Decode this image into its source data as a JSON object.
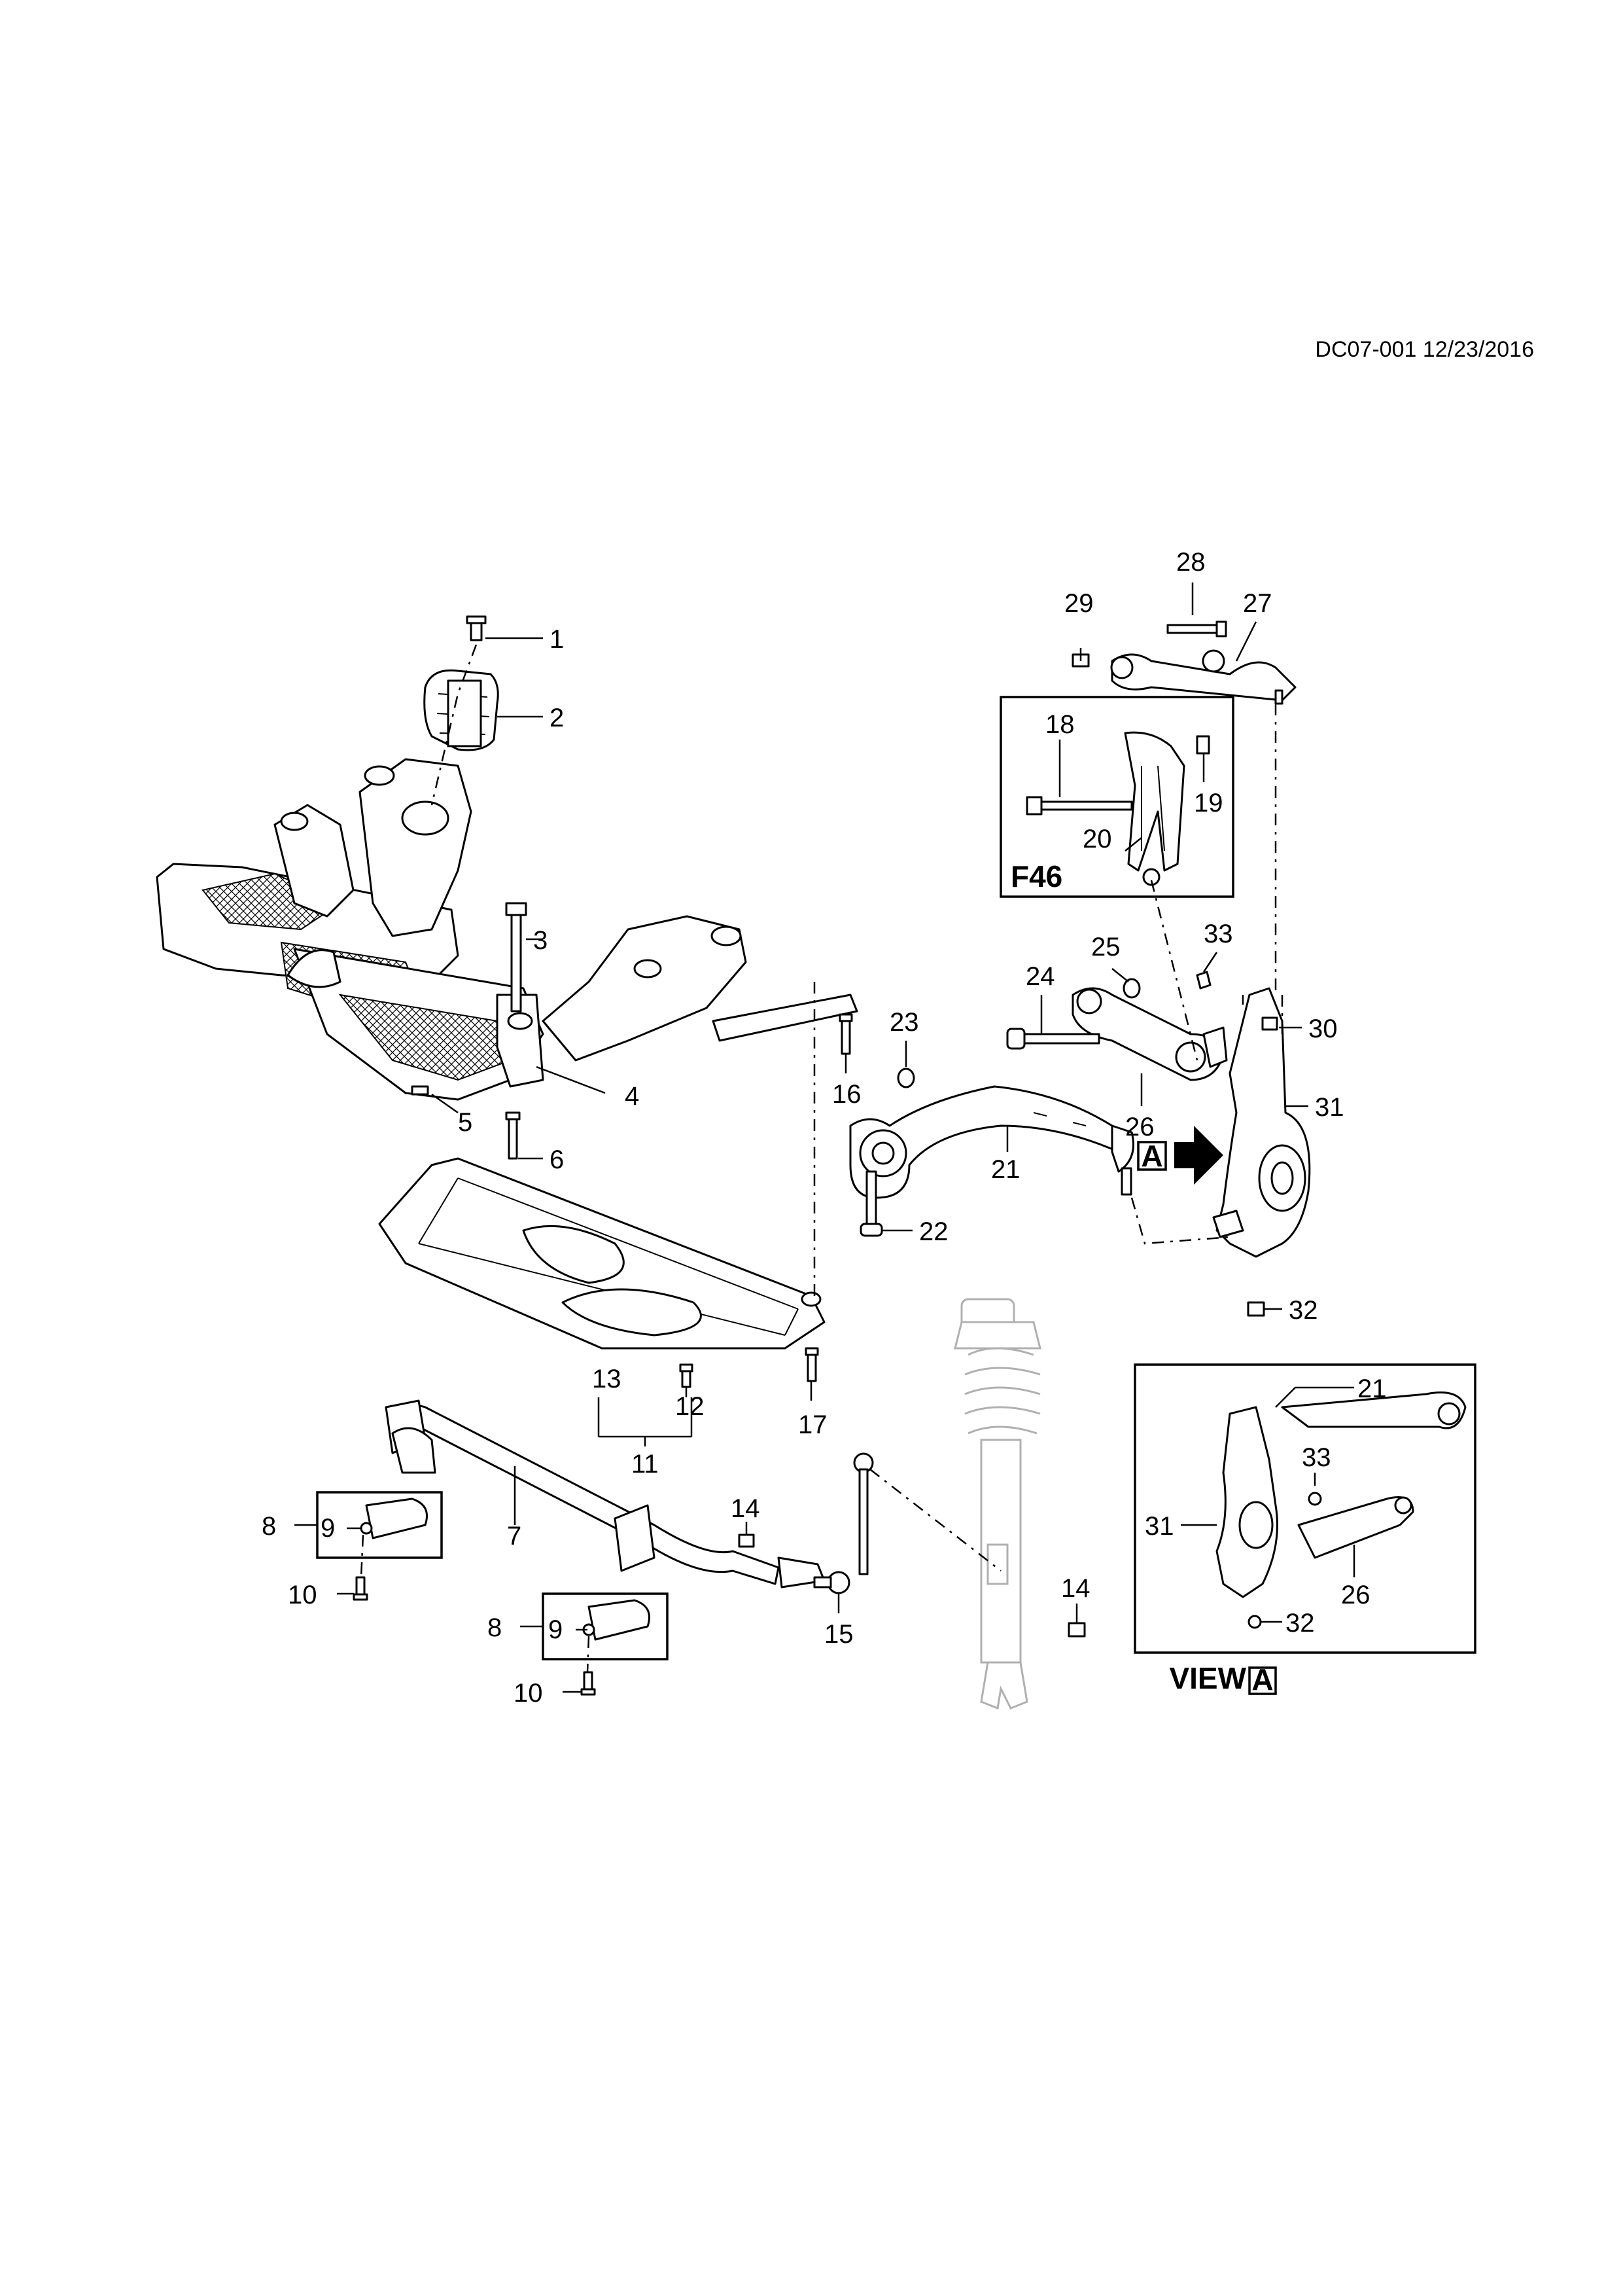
{
  "header": {
    "drawing_id": "DC07-001 12/23/2016"
  },
  "callouts": {
    "c1": "1",
    "c2": "2",
    "c3": "3",
    "c4": "4",
    "c5": "5",
    "c6": "6",
    "c7": "7",
    "c8a": "8",
    "c8b": "8",
    "c9a": "9",
    "c9b": "9",
    "c10a": "10",
    "c10b": "10",
    "c11": "11",
    "c12": "12",
    "c13": "13",
    "c14a": "14",
    "c14b": "14",
    "c15": "15",
    "c16": "16",
    "c17": "17",
    "c18": "18",
    "c19": "19",
    "c20": "20",
    "c21": "21",
    "c22": "22",
    "c23": "23",
    "c24": "24",
    "c25": "25",
    "c26": "26",
    "c27": "27",
    "c28": "28",
    "c29": "29",
    "c30": "30",
    "c31": "31",
    "c32": "32",
    "c33": "33",
    "v21": "21",
    "v26": "26",
    "v31": "31",
    "v32": "32",
    "v33": "33"
  },
  "inset_f46": {
    "label": "F46"
  },
  "view_marker": {
    "letter": "A"
  },
  "view_a": {
    "title": "VIEW",
    "letter": "A"
  },
  "colors": {
    "line": "#000000",
    "ghost": "#b0b0b0",
    "background": "#ffffff"
  }
}
